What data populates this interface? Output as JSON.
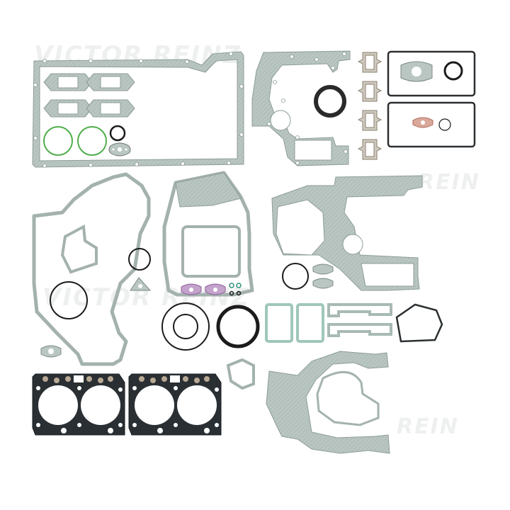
{
  "image": {
    "subject": "Engine full gasket set product photo",
    "background_color": "#ffffff",
    "watermarks": [
      {
        "text": "VICTOR REINZ"
      },
      {
        "text": "VICTOR REINZ"
      },
      {
        "text": "REIN"
      },
      {
        "text": "REIN"
      }
    ]
  },
  "colors": {
    "fiber_gasket": "#b9c6c2",
    "fiber_edge": "#8e9d99",
    "green_seal": "#4fae4a",
    "black_seal": "#1b1b1b",
    "purple_gasket": "#b78fbf",
    "copper_gasket": "#c98a78",
    "teal_gasket": "#bcd9cf",
    "head_gasket": "#2a2f33",
    "head_gasket_bead": "#b8a894"
  },
  "parts": [
    {
      "name": "oil-pan-gasket"
    },
    {
      "name": "exhaust-manifold-gaskets",
      "count": 4
    },
    {
      "name": "green-o-rings",
      "count": 2
    },
    {
      "name": "small-black-o-ring"
    },
    {
      "name": "small-flange-gasket"
    },
    {
      "name": "timing-cover-gasket-upper"
    },
    {
      "name": "rear-crankshaft-seal"
    },
    {
      "name": "intake-port-gaskets",
      "count": 4
    },
    {
      "name": "valve-cover-gaskets",
      "count": 2
    },
    {
      "name": "front-cover-gasket-large"
    },
    {
      "name": "flywheel-housing-gasket"
    },
    {
      "name": "gear-case-gasket"
    },
    {
      "name": "o-rings-various"
    },
    {
      "name": "purple-flange-gaskets",
      "count": 2
    },
    {
      "name": "front-crankshaft-seal"
    },
    {
      "name": "teal-rectangular-gaskets",
      "count": 2
    },
    {
      "name": "manifold-gaskets-paired",
      "count": 2
    },
    {
      "name": "hexagonal-cover-gasket"
    },
    {
      "name": "cylinder-head-gaskets",
      "count": 2
    },
    {
      "name": "water-pump-housing-gasket"
    }
  ]
}
